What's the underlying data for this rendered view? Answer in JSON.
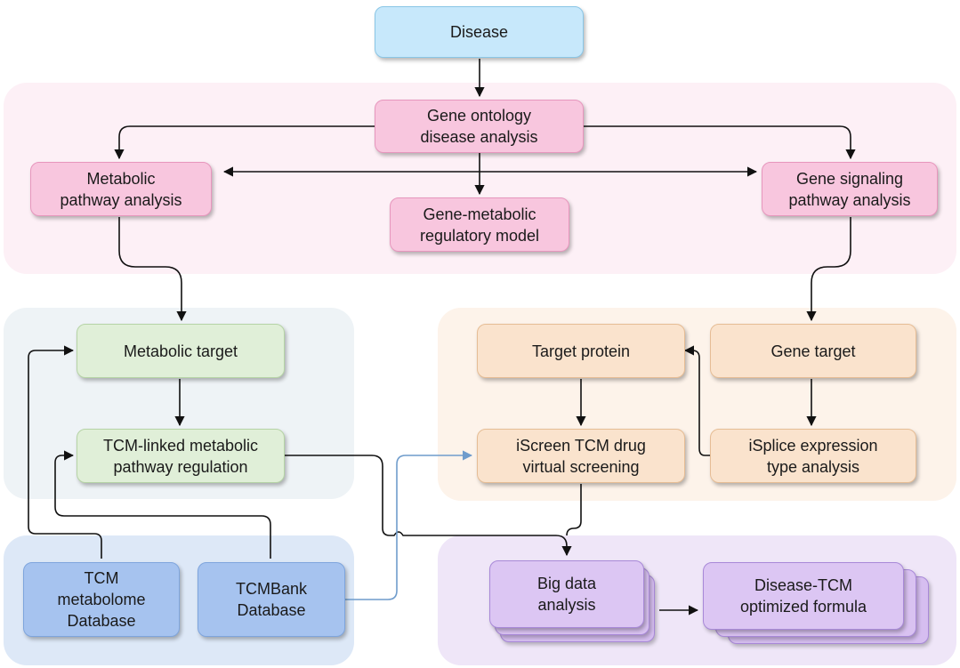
{
  "colors": {
    "disease": "#c7e8fb",
    "gene_region": "#fdf0f6",
    "gene_node": "#f8c6de",
    "metabolic_region": "#eef3f6",
    "metabolic_node": "#e0efd8",
    "target_region": "#fdf3ea",
    "target_node": "#fae3cd",
    "database_region": "#dde8f7",
    "database_node": "#a6c3ef",
    "analysis_region": "#efe6f8",
    "analysis_node": "#dcc6f3",
    "arrow": "#111111",
    "db_link": "#6f9ccc"
  },
  "nodes": {
    "disease": "Disease",
    "gene_ontology": "Gene ontology\ndisease analysis",
    "metabolic_pathway": "Metabolic\npathway analysis",
    "gene_metabolic_model": "Gene-metabolic\nregulatory model",
    "gene_signaling": "Gene signaling\npathway analysis",
    "metabolic_target": "Metabolic target",
    "tcm_linked_regulation": "TCM-linked metabolic\npathway regulation",
    "target_protein": "Target protein",
    "gene_target": "Gene target",
    "iscreen": "iScreen TCM drug\nvirtual screening",
    "isplice": "iSplice expression\ntype analysis",
    "tcm_metabolome_db": "TCM\nmetabolome\nDatabase",
    "tcmbank_db": "TCMBank\nDatabase",
    "big_data": "Big data\nanalysis",
    "optimized_formula": "Disease-TCM\noptimized formula"
  }
}
